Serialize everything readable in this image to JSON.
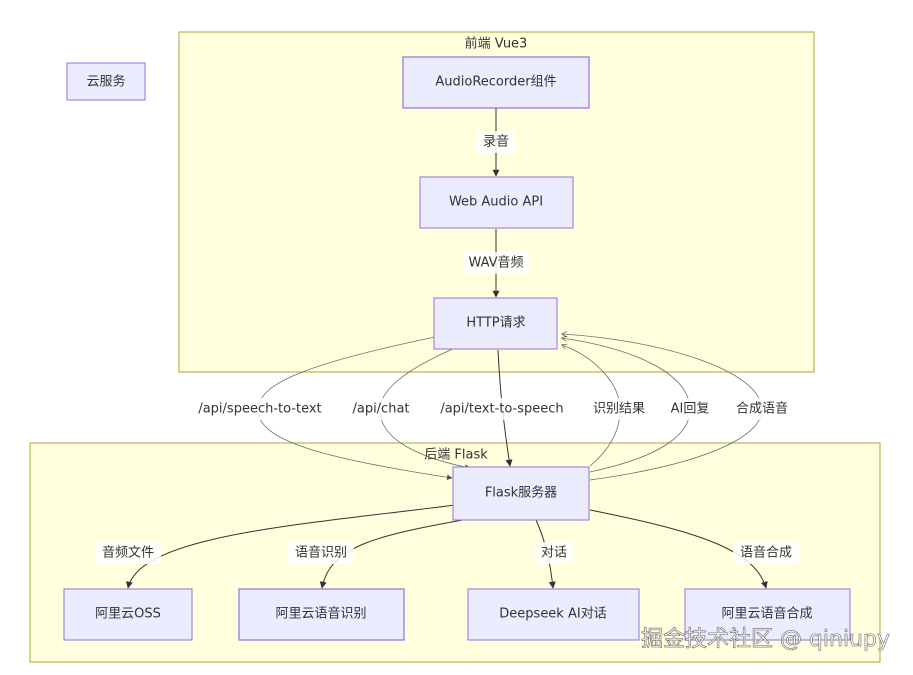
{
  "clusters": {
    "frontend": "前端 Vue3",
    "backend": "后端 Flask",
    "cloud": "云服务"
  },
  "nodes": {
    "audio_recorder": "AudioRecorder组件",
    "web_audio_api": "Web Audio API",
    "http_request": "HTTP请求",
    "flask_server": "Flask服务器",
    "aliyun_oss": "阿里云OSS",
    "aliyun_asr": "阿里云语音识别",
    "deepseek": "Deepseek AI对话",
    "aliyun_tts": "阿里云语音合成"
  },
  "edges": {
    "record": "录音",
    "wav_audio": "WAV音频",
    "api_stt": "/api/speech-to-text",
    "api_chat": "/api/chat",
    "api_tts": "/api/text-to-speech",
    "recog_result": "识别结果",
    "ai_reply": "AI回复",
    "synth_voice": "合成语音",
    "audio_file": "音频文件",
    "speech_recog": "语音识别",
    "dialog": "对话",
    "speech_synth": "语音合成"
  },
  "watermark": "掘金技术社区 @ qiniupy",
  "colors": {
    "cluster_fill": "#ffffde",
    "cluster_stroke": "#aaaa33",
    "node_fill": "#ececff",
    "node_stroke": "#9370db",
    "edge": "#333333"
  }
}
